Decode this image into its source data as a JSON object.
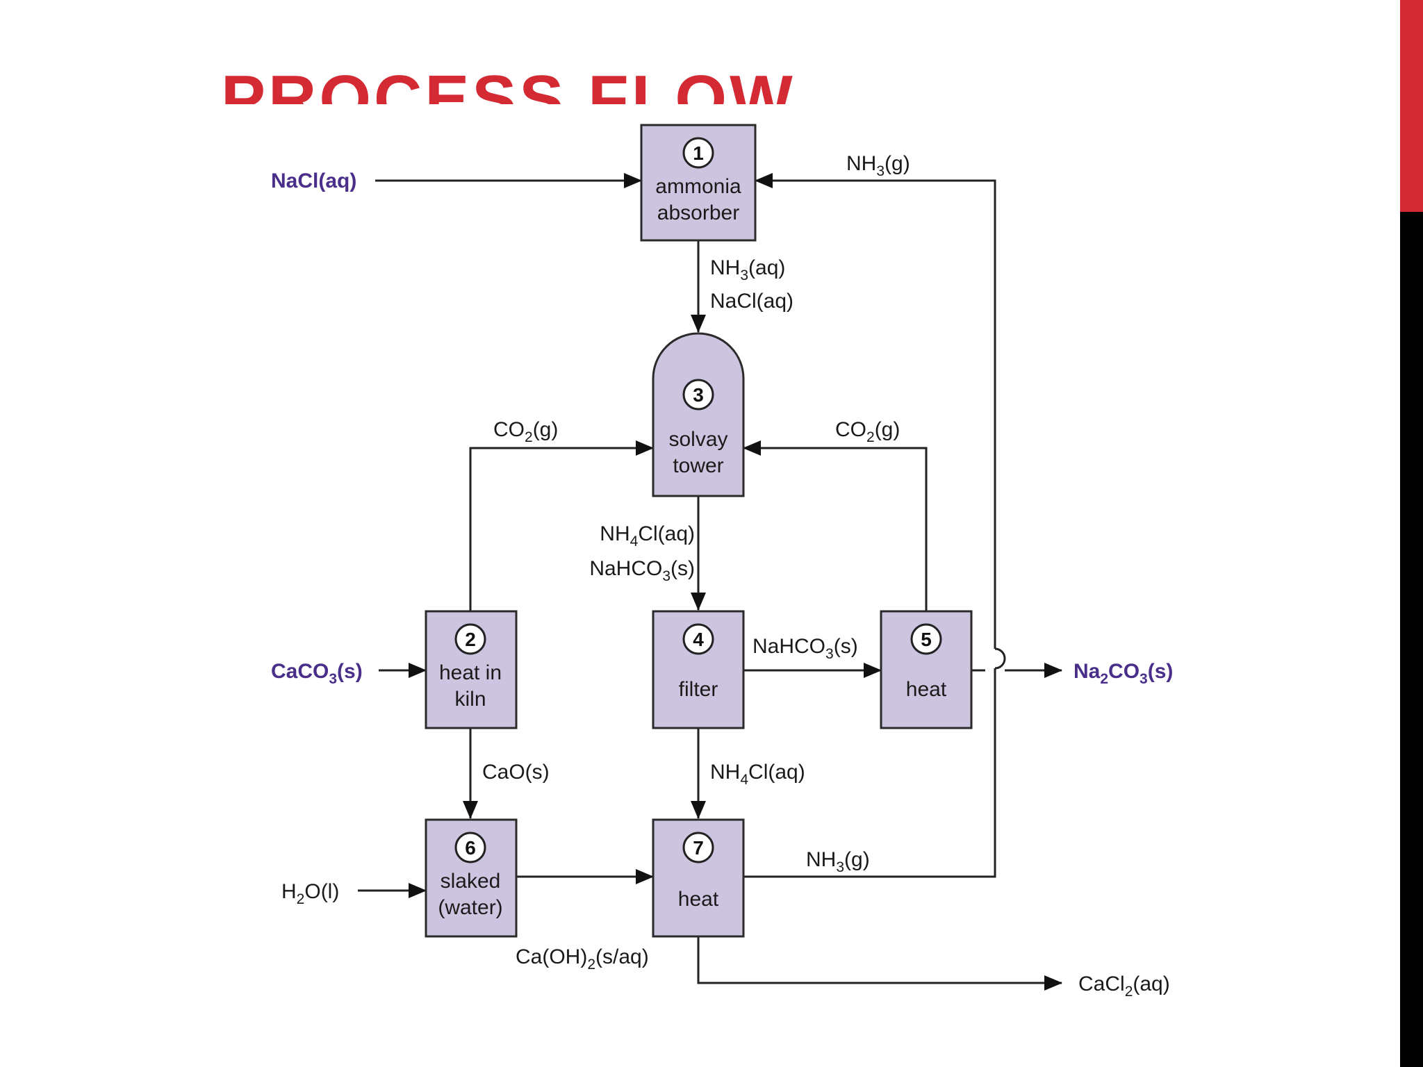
{
  "slide": {
    "title": "PROCESS FLOW"
  },
  "colors": {
    "title": "#d42a33",
    "accent_red": "#d42a33",
    "accent_dark": "#000000",
    "unit_fill": "#cdc5e0",
    "io_label": "#4a2f8a"
  },
  "units": {
    "u1": {
      "number": "1",
      "line1": "ammonia",
      "line2": "absorber"
    },
    "u2": {
      "number": "2",
      "line1": "heat in",
      "line2": "kiln"
    },
    "u3": {
      "number": "3",
      "line1": "solvay",
      "line2": "tower"
    },
    "u4": {
      "number": "4",
      "line1": "filter"
    },
    "u5": {
      "number": "5",
      "line1": "heat"
    },
    "u6": {
      "number": "6",
      "line1": "slaked",
      "line2": "(water)"
    },
    "u7": {
      "number": "7",
      "line1": "heat"
    }
  },
  "inputs": {
    "nacl": {
      "base": "NaCl(aq)"
    },
    "caco3": {
      "pre": "CaCO",
      "sub": "3",
      "post": "(s)"
    },
    "h2o": {
      "pre": "H",
      "sub": "2",
      "post": "O(l)"
    }
  },
  "outputs": {
    "na2co3": {
      "pre": "Na",
      "sub1": "2",
      "mid": "CO",
      "sub2": "3",
      "post": "(s)"
    },
    "cacl2": {
      "pre": "CaCl",
      "sub": "2",
      "post": "(aq)"
    }
  },
  "streams": {
    "nh3_recycle_top": {
      "pre": "NH",
      "sub": "3",
      "post": "(g)"
    },
    "nh3_aq": {
      "pre": "NH",
      "sub": "3",
      "post": "(aq)"
    },
    "nacl_aq": {
      "base": "NaCl(aq)"
    },
    "co2_left": {
      "pre": "CO",
      "sub": "2",
      "post": "(g)"
    },
    "co2_right": {
      "pre": "CO",
      "sub": "2",
      "post": "(g)"
    },
    "nh4cl_aq_mid": {
      "pre": "NH",
      "sub": "4",
      "post": "Cl(aq)"
    },
    "nahco3_mid": {
      "pre": "NaHCO",
      "sub": "3",
      "post": "(s)"
    },
    "nahco3_right": {
      "pre": "NaHCO",
      "sub": "3",
      "post": "(s)"
    },
    "cao": {
      "base": "CaO(s)"
    },
    "nh4cl_aq_low": {
      "pre": "NH",
      "sub": "4",
      "post": "Cl(aq)"
    },
    "nh3_from7": {
      "pre": "NH",
      "sub": "3",
      "post": "(g)"
    },
    "caoh2": {
      "pre": "Ca(OH)",
      "sub": "2",
      "post": "(s/aq)"
    }
  }
}
